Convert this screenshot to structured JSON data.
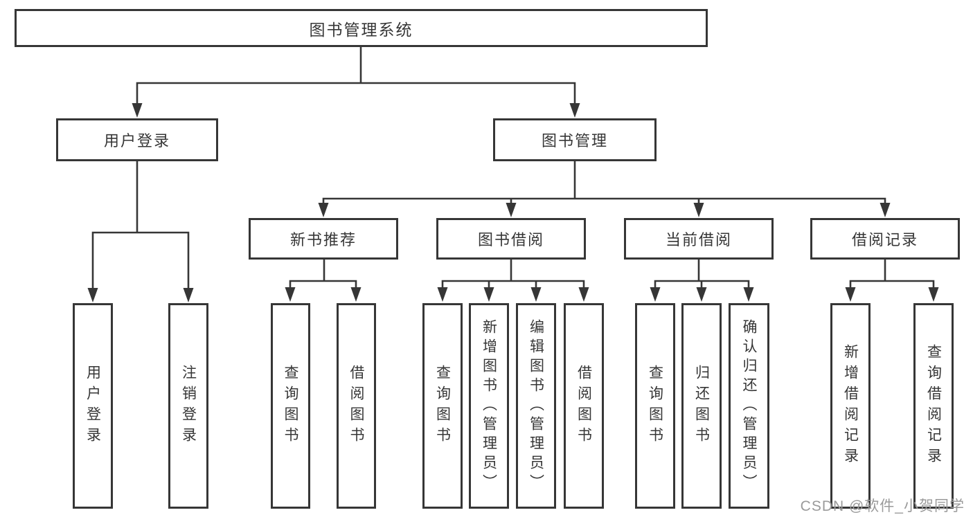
{
  "diagram": {
    "type": "hierarchy-tree",
    "title": "图书管理系统",
    "structure": {
      "图书管理系统": [
        "用户登录",
        "图书管理"
      ],
      "用户登录": [
        "用户登录",
        "注销登录"
      ],
      "图书管理": [
        "新书推荐",
        "图书借阅",
        "当前借阅",
        "借阅记录"
      ],
      "新书推荐": [
        "查询图书",
        "借阅图书"
      ],
      "图书借阅": [
        "查询图书",
        "新增图书（管理员）",
        "编辑图书（管理员）",
        "借阅图书"
      ],
      "当前借阅": [
        "查询图书",
        "归还图书",
        "确认归还（管理员）"
      ],
      "借阅记录": [
        "新增借阅记录",
        "查询借阅记录"
      ]
    }
  },
  "nodes": {
    "root": "图书管理系统",
    "login_group": "用户登录",
    "book_mgmt": "图书管理",
    "new_book_rec": "新书推荐",
    "book_borrow": "图书借阅",
    "current_borrow": "当前借阅",
    "borrow_record": "借阅记录",
    "leaf_user_login": "用户登录",
    "leaf_logout": "注销登录",
    "leaf_query_book_1": "查询图书",
    "leaf_borrow_book_1": "借阅图书",
    "leaf_query_book_2": "查询图书",
    "leaf_add_book": "新增图书（管理员）",
    "leaf_edit_book": "编辑图书（管理员）",
    "leaf_borrow_book_2": "借阅图书",
    "leaf_query_book_3": "查询图书",
    "leaf_return_book": "归还图书",
    "leaf_confirm_return": "确认归还（管理员）",
    "leaf_add_record": "新增借阅记录",
    "leaf_query_record": "查询借阅记录"
  },
  "watermark": {
    "text": "CSDN @软件_小贺同学",
    "color": "#9a9a9a"
  },
  "colors": {
    "line": "#363636",
    "text": "#363636",
    "background": "#ffffff"
  }
}
